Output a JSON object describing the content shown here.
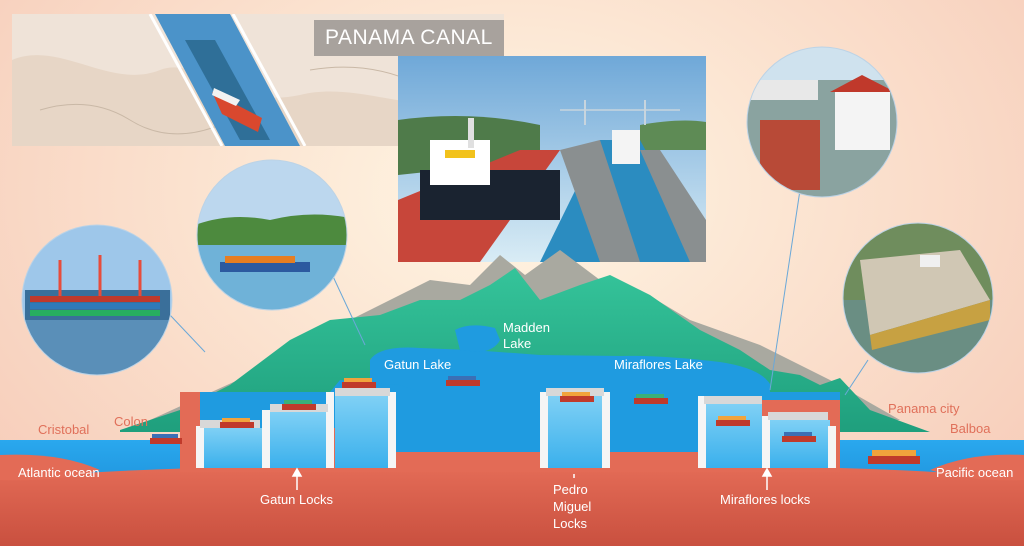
{
  "title": "PANAMA CANAL",
  "labels": {
    "madden_lake": "Madden\nLake",
    "gatun_lake": "Gatun Lake",
    "miraflores_lake": "Miraflores Lake",
    "cristobal": "Cristobal",
    "colon": "Colon",
    "panama_city": "Panama city",
    "balboa": "Balboa",
    "atlantic": "Atlantic ocean",
    "pacific": "Pacific ocean",
    "gatun_locks": "Gatun Locks",
    "pedro_miguel_locks": "Pedro\nMiguel\nLocks",
    "miraflores_locks": "Miraflores locks"
  },
  "colors": {
    "water": "#1ea0e8",
    "ground": "#e0624f",
    "mountain_green": "#2cb68f",
    "mountain_grey": "#a9a9a0",
    "lake": "#1f9be0"
  },
  "photos": [
    {
      "name": "container-port-photo"
    },
    {
      "name": "container-ship-gatun-photo"
    },
    {
      "name": "canal-locks-main-photo"
    },
    {
      "name": "miraflores-locks-photo"
    },
    {
      "name": "lock-gate-photo"
    },
    {
      "name": "banner-ship-photo"
    }
  ]
}
